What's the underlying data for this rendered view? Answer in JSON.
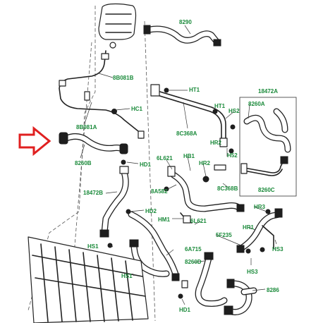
{
  "callouts": {
    "c8290": "8290",
    "c8B081B": "8B081B",
    "c18472A": "18472A",
    "cHT1a": "HT1",
    "cHT1b": "HT1",
    "cHC1": "HC1",
    "cHS2": "HS2",
    "c8260A": "8260A",
    "c8B081A": "8B081A",
    "c8C368A": "8C368A",
    "cHR2a": "HR2",
    "c8260B": "8260B",
    "cHD1a": "HD1",
    "c6L621a": "6L621",
    "cHB1": "HB1",
    "cHR2b": "HR2",
    "cH52": "H52",
    "c8A582": "8A582",
    "c8C368B": "8C368B",
    "c8260C": "8260C",
    "c18472B": "18472B",
    "cHD2": "HD2",
    "cHR3": "HR3",
    "cHM1": "HM1",
    "c6L621b": "6L621",
    "cHR1": "HR1",
    "c5F235": "5F235",
    "cHS1a": "HS1",
    "cHS3a": "HS3",
    "c6A715": "6A715",
    "c8260D": "8260D",
    "cHS1b": "HS1",
    "cHS3b": "HS3",
    "c8286": "8286",
    "cHD1b": "HD1"
  },
  "indicator": {
    "arrow_color": "#e02020",
    "arrow_icon": "hollow-right-arrow"
  },
  "colors": {
    "label": "#1a8a3a",
    "line": "#222222"
  }
}
